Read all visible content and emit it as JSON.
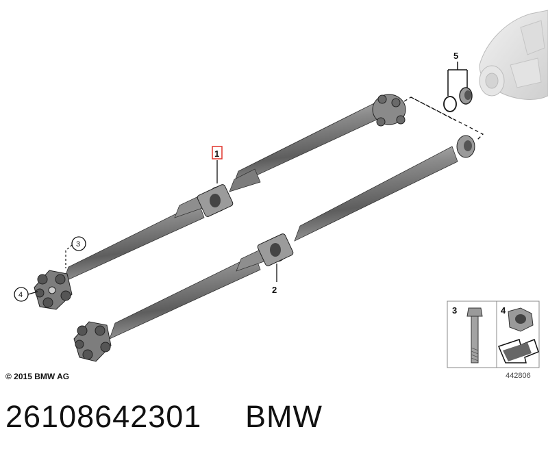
{
  "diagram": {
    "callouts": [
      "1",
      "2",
      "3",
      "4",
      "5"
    ],
    "inset_labels": [
      "3",
      "4"
    ],
    "copyright": "© 2015 BMW AG",
    "diagram_id": "442806"
  },
  "footer": {
    "part_number": "26108642301",
    "brand": "BMW"
  },
  "colors": {
    "shaft": "#7a7a7a",
    "highlight": "#e0332b",
    "outline": "#111111"
  }
}
